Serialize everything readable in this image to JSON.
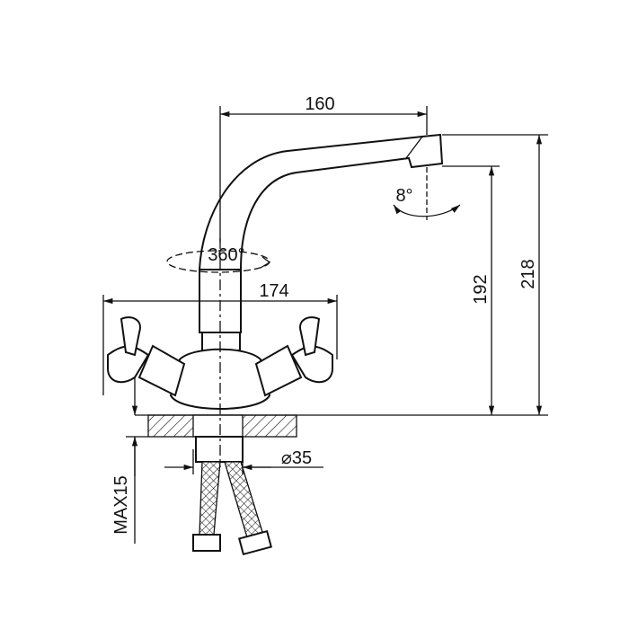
{
  "drawing": {
    "dimensions": {
      "spout_reach": "160",
      "handle_span": "174",
      "spout_height": "192",
      "total_height": "218",
      "base_diameter": "⌀35",
      "max_deck_thickness": "MAX15",
      "spout_rotation": "360°",
      "aerator_tilt": "8°"
    }
  }
}
